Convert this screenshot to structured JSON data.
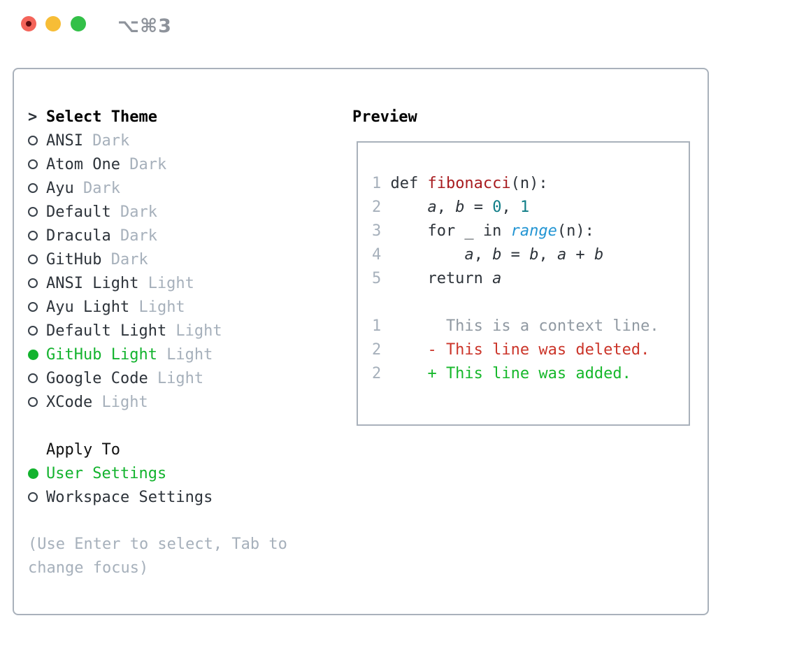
{
  "window": {
    "title": "⌥⌘3"
  },
  "theme_list": {
    "prompt": ">",
    "title": "Select Theme",
    "items": [
      {
        "name": "ANSI",
        "variant": "Dark",
        "selected": false
      },
      {
        "name": "Atom One",
        "variant": "Dark",
        "selected": false
      },
      {
        "name": "Ayu",
        "variant": "Dark",
        "selected": false
      },
      {
        "name": "Default",
        "variant": "Dark",
        "selected": false
      },
      {
        "name": "Dracula",
        "variant": "Dark",
        "selected": false
      },
      {
        "name": "GitHub",
        "variant": "Dark",
        "selected": false
      },
      {
        "name": "ANSI Light",
        "variant": "Light",
        "selected": false
      },
      {
        "name": "Ayu Light",
        "variant": "Light",
        "selected": false
      },
      {
        "name": "Default Light",
        "variant": "Light",
        "selected": false
      },
      {
        "name": "GitHub Light",
        "variant": "Light",
        "selected": true
      },
      {
        "name": "Google Code",
        "variant": "Light",
        "selected": false
      },
      {
        "name": "XCode",
        "variant": "Light",
        "selected": false
      }
    ]
  },
  "apply_to": {
    "title": "Apply To",
    "options": [
      {
        "label": "User Settings",
        "selected": true
      },
      {
        "label": "Workspace Settings",
        "selected": false
      }
    ]
  },
  "hint": "(Use Enter to select, Tab to change focus)",
  "preview": {
    "title": "Preview",
    "code_lines": [
      {
        "no": "1",
        "tokens": [
          [
            "pl",
            "def "
          ],
          [
            "fn",
            "fibonacci"
          ],
          [
            "pl",
            "(n):"
          ]
        ]
      },
      {
        "no": "2",
        "tokens": [
          [
            "pl",
            "    "
          ],
          [
            "v",
            "a"
          ],
          [
            "pl",
            ", "
          ],
          [
            "v",
            "b"
          ],
          [
            "pl",
            " = "
          ],
          [
            "num",
            "0"
          ],
          [
            "pl",
            ", "
          ],
          [
            "num",
            "1"
          ]
        ]
      },
      {
        "no": "3",
        "tokens": [
          [
            "pl",
            "    for _ in "
          ],
          [
            "bi",
            "range"
          ],
          [
            "pl",
            "(n):"
          ]
        ]
      },
      {
        "no": "4",
        "tokens": [
          [
            "pl",
            "        "
          ],
          [
            "v",
            "a"
          ],
          [
            "pl",
            ", "
          ],
          [
            "v",
            "b"
          ],
          [
            "pl",
            " = "
          ],
          [
            "v",
            "b"
          ],
          [
            "pl",
            ", "
          ],
          [
            "v",
            "a"
          ],
          [
            "pl",
            " + "
          ],
          [
            "v",
            "b"
          ]
        ]
      },
      {
        "no": "5",
        "tokens": [
          [
            "pl",
            "    return "
          ],
          [
            "v",
            "a"
          ]
        ]
      },
      {
        "no": "",
        "tokens": []
      },
      {
        "no": "1",
        "tokens": [
          [
            "ctx",
            "      This is a context line."
          ]
        ]
      },
      {
        "no": "2",
        "tokens": [
          [
            "del",
            "    - This line was deleted."
          ]
        ]
      },
      {
        "no": "2",
        "tokens": [
          [
            "add",
            "    + This line was added."
          ]
        ]
      }
    ]
  },
  "colors": {
    "accent_green": "#13b32e",
    "text": "#2d333a",
    "muted_gray": "#a6b0bb",
    "panel_border": "#a9b1bb",
    "function_red": "#a81c20",
    "number_teal": "#0f7d87",
    "builtin_blue": "#2395d3",
    "diff_context_gray": "#9099a2",
    "diff_deleted_red": "#cb352a",
    "diff_added_green": "#16b82b",
    "titlebar_gray": "#8e939b",
    "traffic_red": "#f4645a",
    "traffic_yellow": "#f7bd36",
    "traffic_green": "#33c048"
  }
}
